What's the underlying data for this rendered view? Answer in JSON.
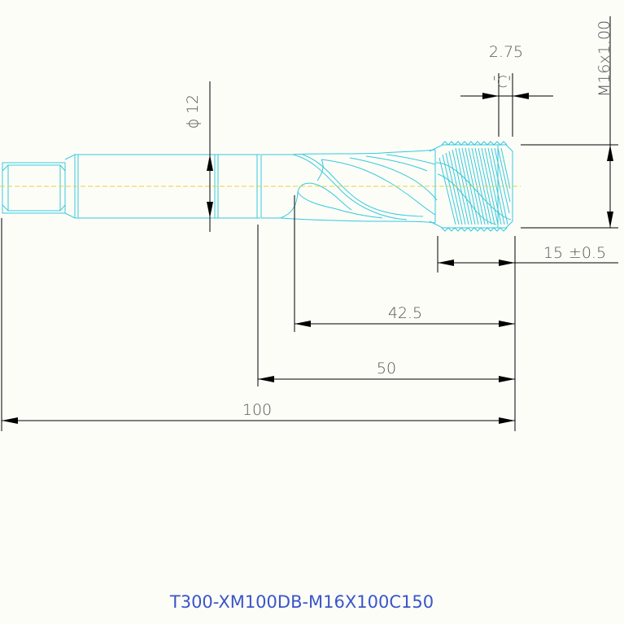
{
  "dimensions": {
    "overall_length": "100",
    "shank_to_tip": "50",
    "flute_length": "42.5",
    "thread_length": "15",
    "thread_tolerance": "±0.5",
    "chamfer": "2.75",
    "chamfer_label": "'C'",
    "shank_diameter": "12",
    "diameter_symbol": "ϕ",
    "thread_size": "M16x1.00"
  },
  "part_number": "T300-XM100DB-M16X100C150",
  "colors": {
    "outline": "#35c9dd",
    "centerline": "#e6d23a",
    "dimension": "#000000",
    "part_number": "#3a55c9"
  }
}
